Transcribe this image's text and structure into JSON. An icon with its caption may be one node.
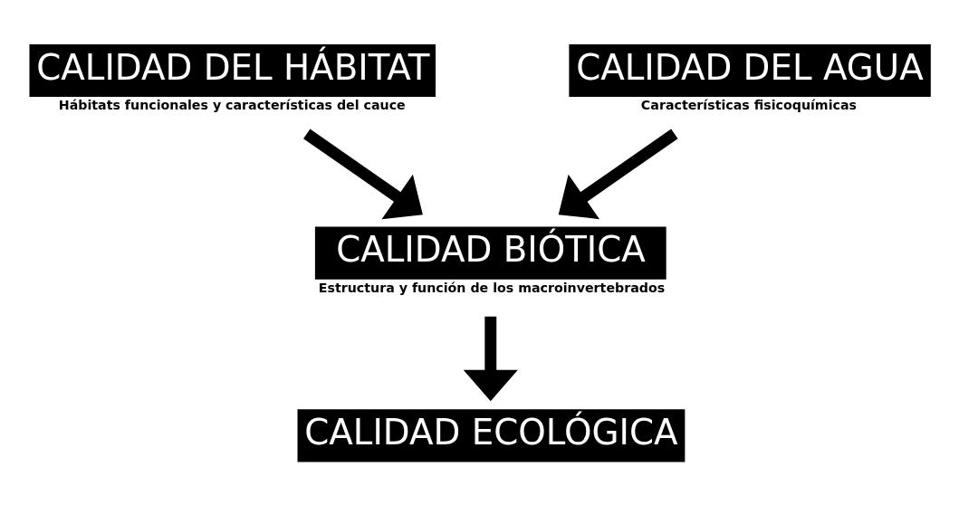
{
  "diagram": {
    "nodes": [
      {
        "text": [
          "CALIDAD DEL HÁBITAT"
        ],
        "beside": [
          "Hábitats funcionales y características del cauce"
        ]
      },
      {
        "text": [
          "CALIDAD DEL AGUA"
        ],
        "beside": [
          "Características fisicoquímicas"
        ]
      },
      {
        "text": [
          "CALIDAD BIÓTICA"
        ],
        "beside": [
          "Estructura y función de los macroinvertebrados"
        ]
      },
      {
        "text": [
          "CALIDAD ECOLÓGICA"
        ]
      }
    ],
    "edges": [
      {
        "from": 0,
        "to": 2,
        "arrow": "to"
      },
      {
        "from": 1,
        "to": 2,
        "arrow": "to"
      },
      {
        "from": 2,
        "to": 3,
        "arrow": "to"
      }
    ]
  }
}
